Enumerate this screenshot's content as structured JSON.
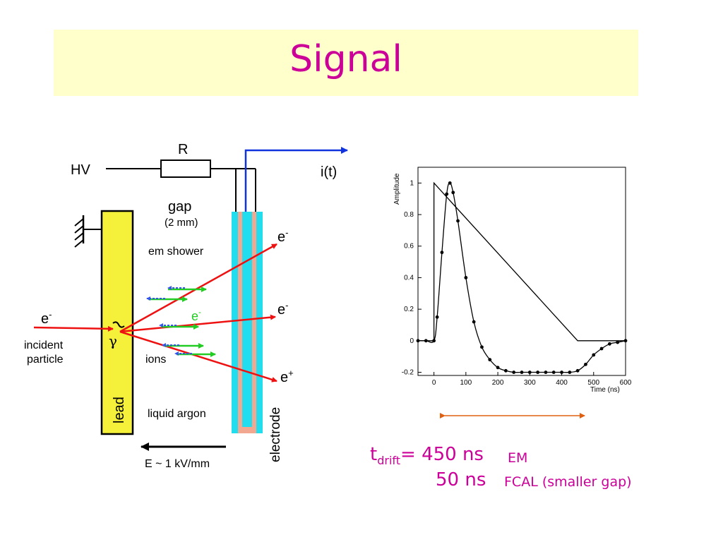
{
  "slide": {
    "title": "Signal"
  },
  "detector": {
    "hv": "HV",
    "resistor": "R",
    "output": "i(t)",
    "gap": "gap",
    "gap_size": "(2 mm)",
    "em_shower": "em shower",
    "incident_top": "e",
    "incident_line1": "incident",
    "incident_line2": "particle",
    "photon": "γ",
    "lead": "lead",
    "electrode": "electrode",
    "ions": "ions",
    "liquid_argon": "liquid argon",
    "field": "E ~ 1 kV/mm",
    "e_green": "e",
    "out_e1": "e",
    "out_e2": "e",
    "out_pos": "e",
    "minus": "-",
    "plus": "+"
  },
  "chart_data": {
    "type": "line",
    "xlabel": "Time (ns)",
    "ylabel": "Amplitude",
    "xlim": [
      -50,
      600
    ],
    "ylim": [
      -0.22,
      1.1
    ],
    "xticks": [
      0,
      100,
      200,
      300,
      400,
      500,
      600
    ],
    "yticks": [
      -0.2,
      0,
      0.2,
      0.4,
      0.6,
      0.8,
      1
    ],
    "series": [
      {
        "style": "line",
        "x": [
          -50,
          0,
          0,
          450,
          600
        ],
        "y": [
          0,
          0,
          1,
          0,
          0
        ]
      },
      {
        "style": "smooth-curve-with-markers",
        "x": [
          -50,
          -25,
          0,
          10,
          25,
          40,
          50,
          60,
          75,
          100,
          125,
          150,
          175,
          200,
          225,
          250,
          275,
          300,
          325,
          350,
          375,
          400,
          425,
          450,
          475,
          500,
          525,
          550,
          575,
          600
        ],
        "y": [
          0,
          0,
          0,
          0.15,
          0.56,
          0.93,
          1.0,
          0.94,
          0.76,
          0.4,
          0.12,
          -0.04,
          -0.12,
          -0.17,
          -0.19,
          -0.2,
          -0.2,
          -0.2,
          -0.2,
          -0.2,
          -0.2,
          -0.2,
          -0.2,
          -0.19,
          -0.15,
          -0.09,
          -0.05,
          -0.02,
          -0.01,
          0
        ]
      }
    ]
  },
  "annotation": {
    "t": "t",
    "drift_sub": "drift",
    "line1_value": "= 450 ns",
    "line1_label": "EM",
    "line2_value": "50 ns",
    "line2_label": "FCAL (smaller gap)"
  }
}
